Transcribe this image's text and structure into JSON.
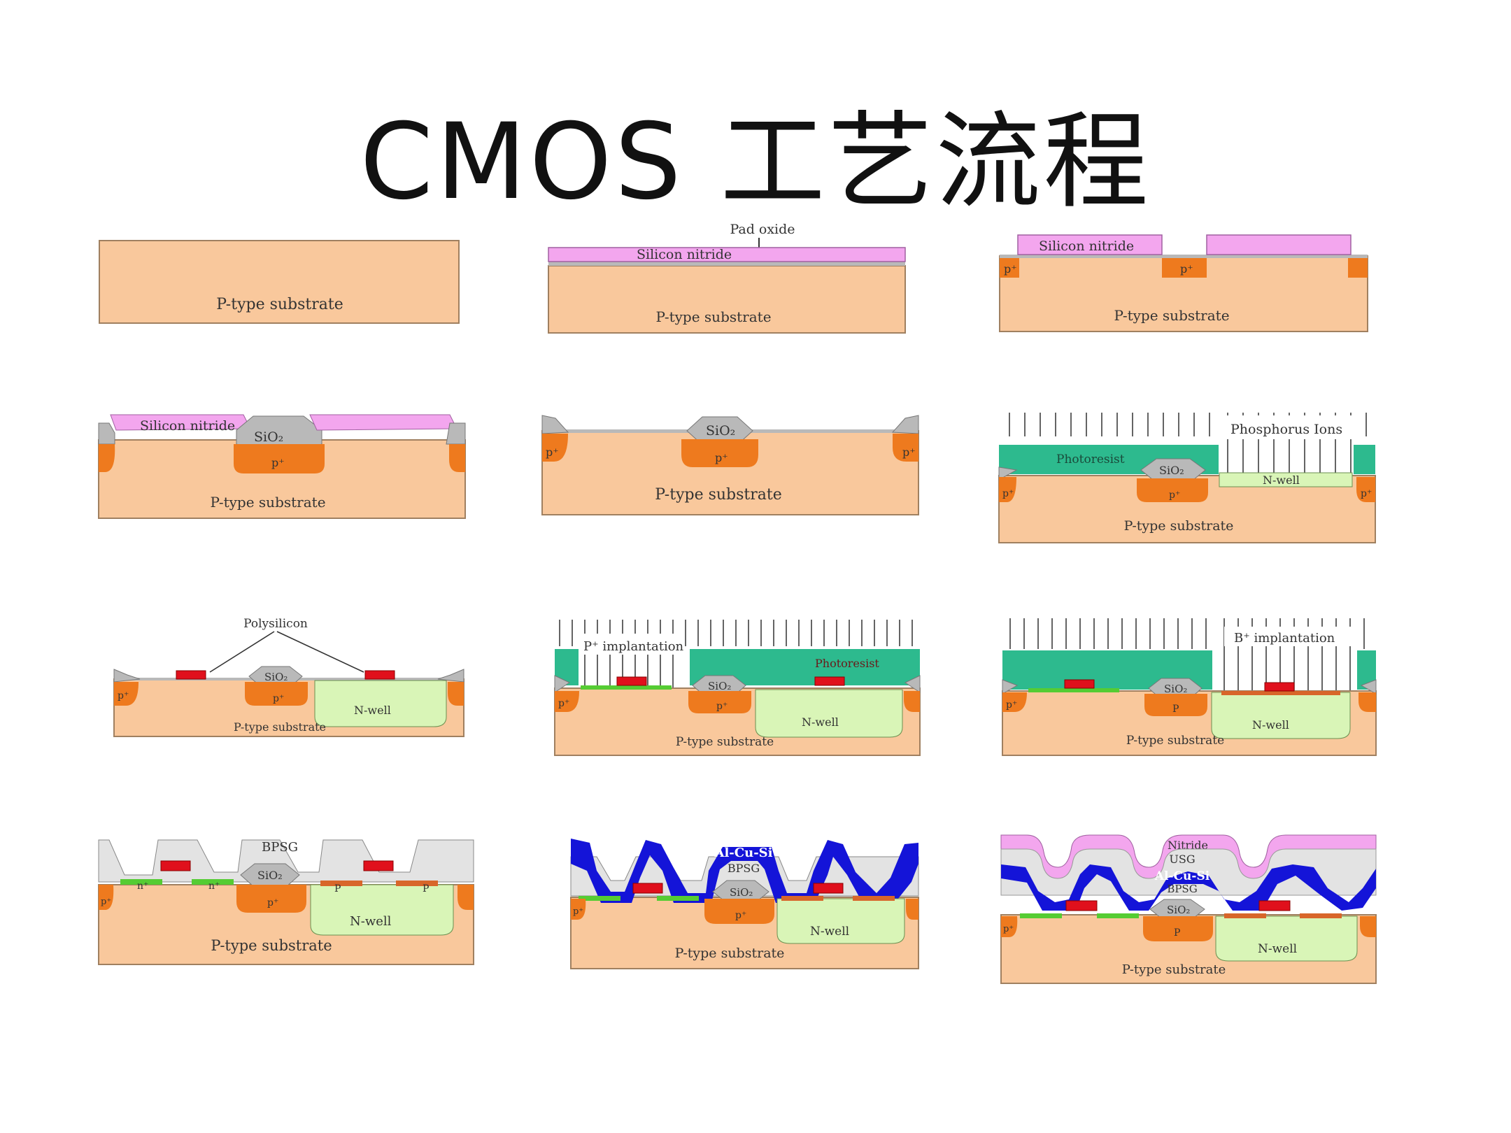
{
  "title": "CMOS 工艺流程",
  "colors": {
    "substrate": "#f9c89c",
    "p_plus": "#ee7a1e",
    "nitride": "#f3a6ee",
    "oxide": "#b9b9b9",
    "photoresist": "#2dba8e",
    "nwell": "#d9f5b7",
    "poly": "#e0101c",
    "metal": "#1414d8",
    "bpsg": "#e3e3e3",
    "nplus": "#55cc33",
    "psd": "#d8662a"
  },
  "labels": {
    "substrate": "P-type substrate",
    "silicon_nitride": "Silicon nitride",
    "pad_oxide": "Pad oxide",
    "p_plus": "p⁺",
    "sio2": "SiO₂",
    "phosphorus": "Phosphorus Ions",
    "photoresist": "Photoresist",
    "nwell": "N-well",
    "polysilicon": "Polysilicon",
    "p_implant": "P⁺ implantation",
    "b_implant": "B⁺ implantation",
    "bpsg": "BPSG",
    "n_plus": "n⁺",
    "p_plus_sd": "P",
    "alcusi": "Al-Cu-Si",
    "usg": "USG",
    "nitride_cap": "Nitride"
  }
}
